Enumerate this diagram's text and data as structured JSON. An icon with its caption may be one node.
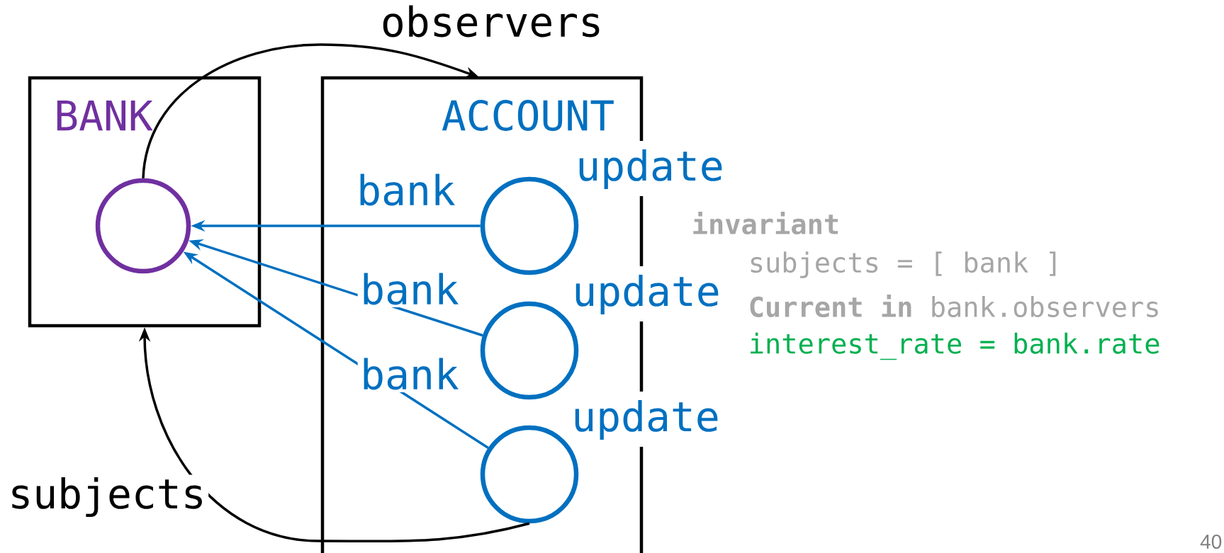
{
  "diagram": {
    "nodes": [
      {
        "text": [
          "BANK"
        ]
      },
      {
        "text": [],
        "shape": "circle",
        "in": 0
      },
      {
        "text": [
          "ACCOUNT"
        ]
      },
      {
        "text": [],
        "shape": "circle",
        "in": 2,
        "beside": [
          "update"
        ]
      },
      {
        "text": [],
        "shape": "circle",
        "in": 2,
        "beside": [
          "update"
        ]
      },
      {
        "text": [],
        "shape": "circle",
        "in": 2,
        "beside": [
          "update"
        ]
      }
    ],
    "edges": [
      {
        "from": 3,
        "to": 1,
        "arrow": "to",
        "label": "bank"
      },
      {
        "from": 4,
        "to": 1,
        "arrow": "to",
        "label": "bank"
      },
      {
        "from": 5,
        "to": 1,
        "arrow": "to",
        "label": "bank"
      },
      {
        "from": 1,
        "to": 2,
        "arrow": "to",
        "label": "observers",
        "color": "#000000"
      },
      {
        "from": 5,
        "to": 0,
        "arrow": "to",
        "label": "subjects",
        "color": "#000000"
      }
    ],
    "labels": [
      "invariant",
      "subjects = [ bank ]",
      "**Current in** bank.observers",
      "interest_rate = bank.rate",
      "40"
    ]
  }
}
